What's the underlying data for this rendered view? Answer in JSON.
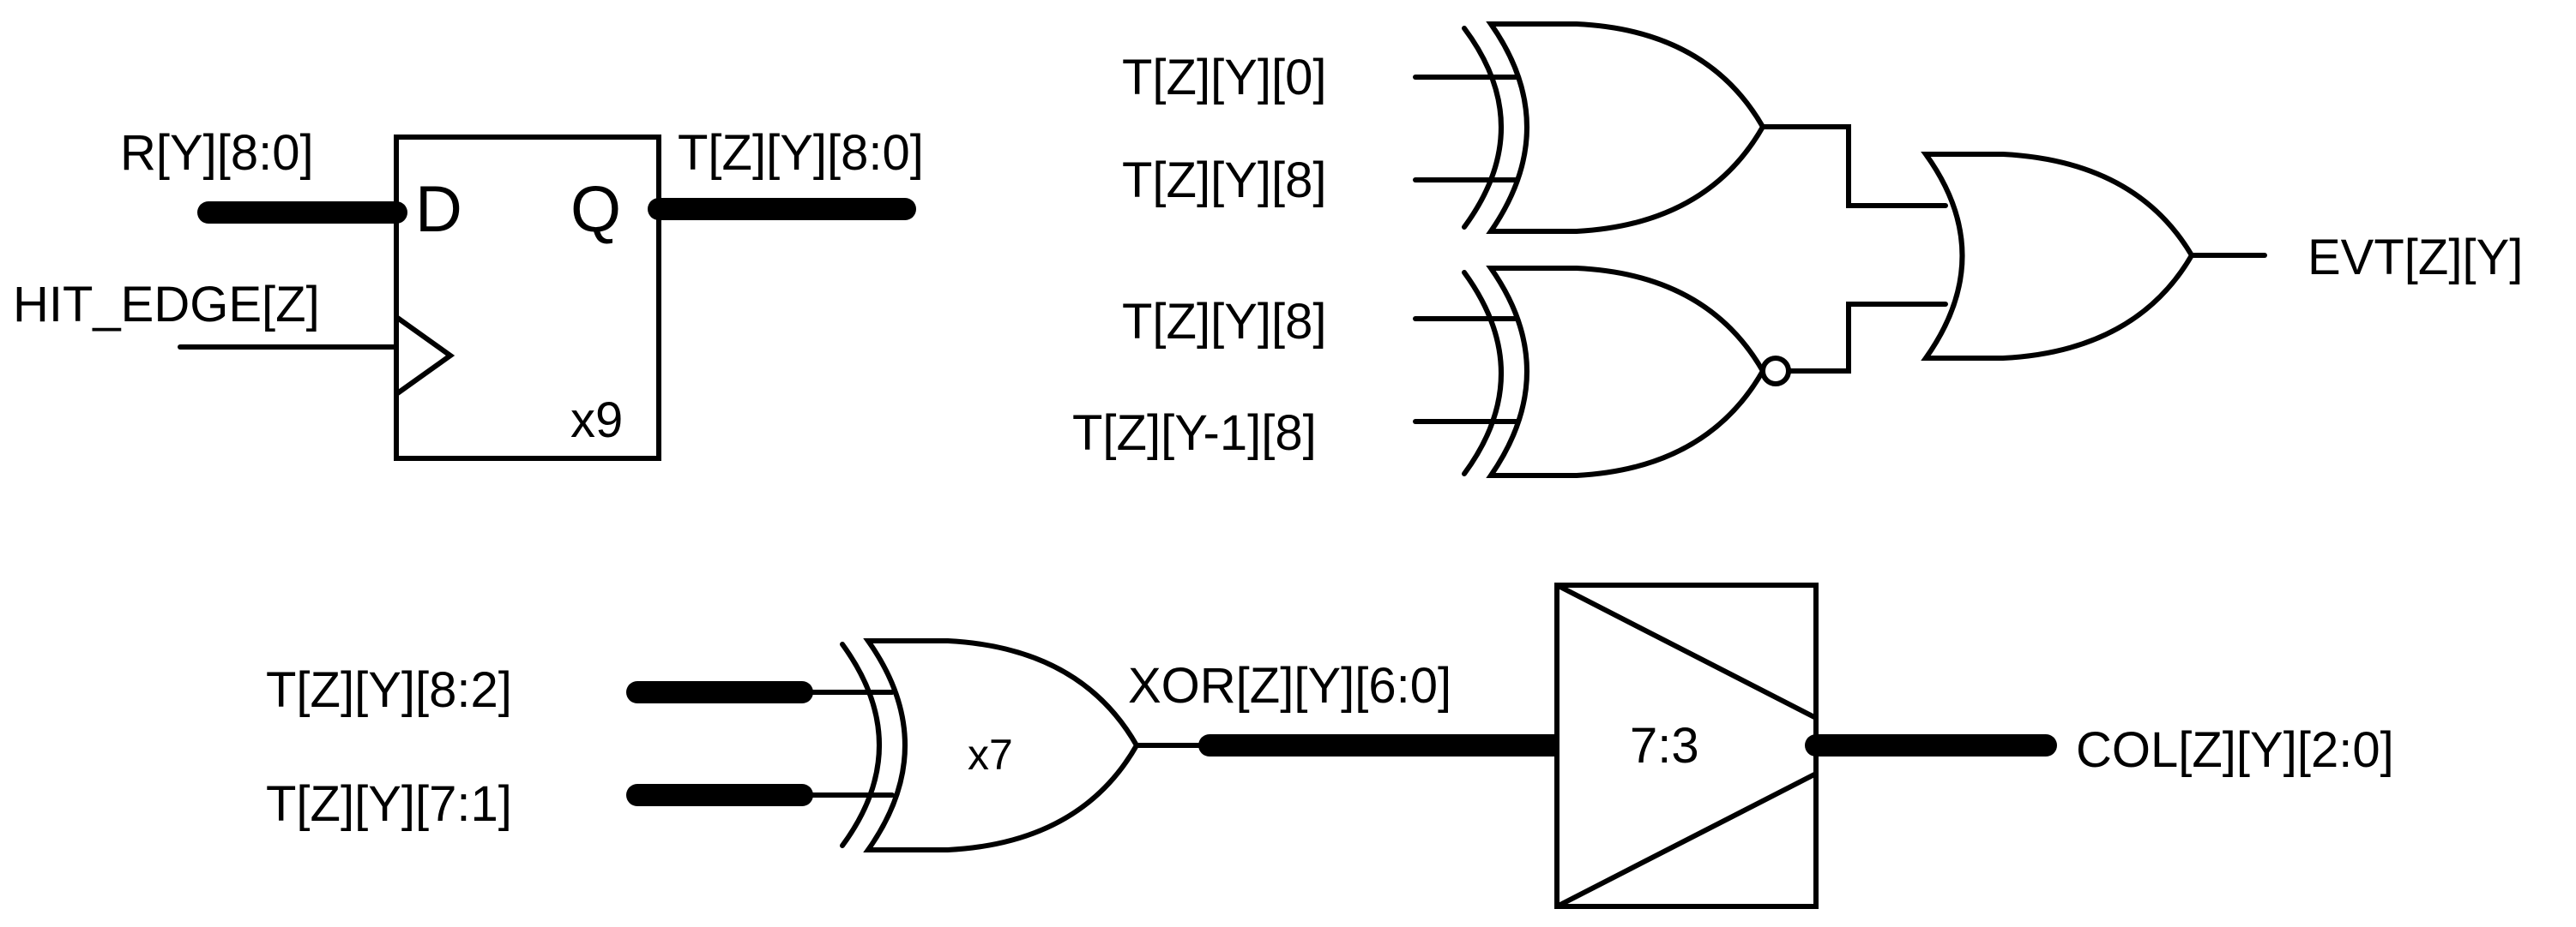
{
  "flipflop": {
    "input_label": "R[Y][8:0]",
    "output_label": "T[Z][Y][8:0]",
    "clock_label": "HIT_EDGE[Z]",
    "pin_d": "D",
    "pin_q": "Q",
    "multiplier": "x9"
  },
  "evt_logic": {
    "xor_a_inputs": [
      "T[Z][Y][0]",
      "T[Z][Y][8]"
    ],
    "xnor_b_inputs": [
      "T[Z][Y][8]",
      "T[Z][Y-1][8]"
    ],
    "output_label": "EVT[Z][Y]"
  },
  "col_logic": {
    "xor_inputs": [
      "T[Z][Y][8:2]",
      "T[Z][Y][7:1]"
    ],
    "xor_multiplier": "x7",
    "xor_output_label": "XOR[Z][Y][6:0]",
    "encoder_label": "7:3",
    "output_label": "COL[Z][Y][2:0]"
  }
}
